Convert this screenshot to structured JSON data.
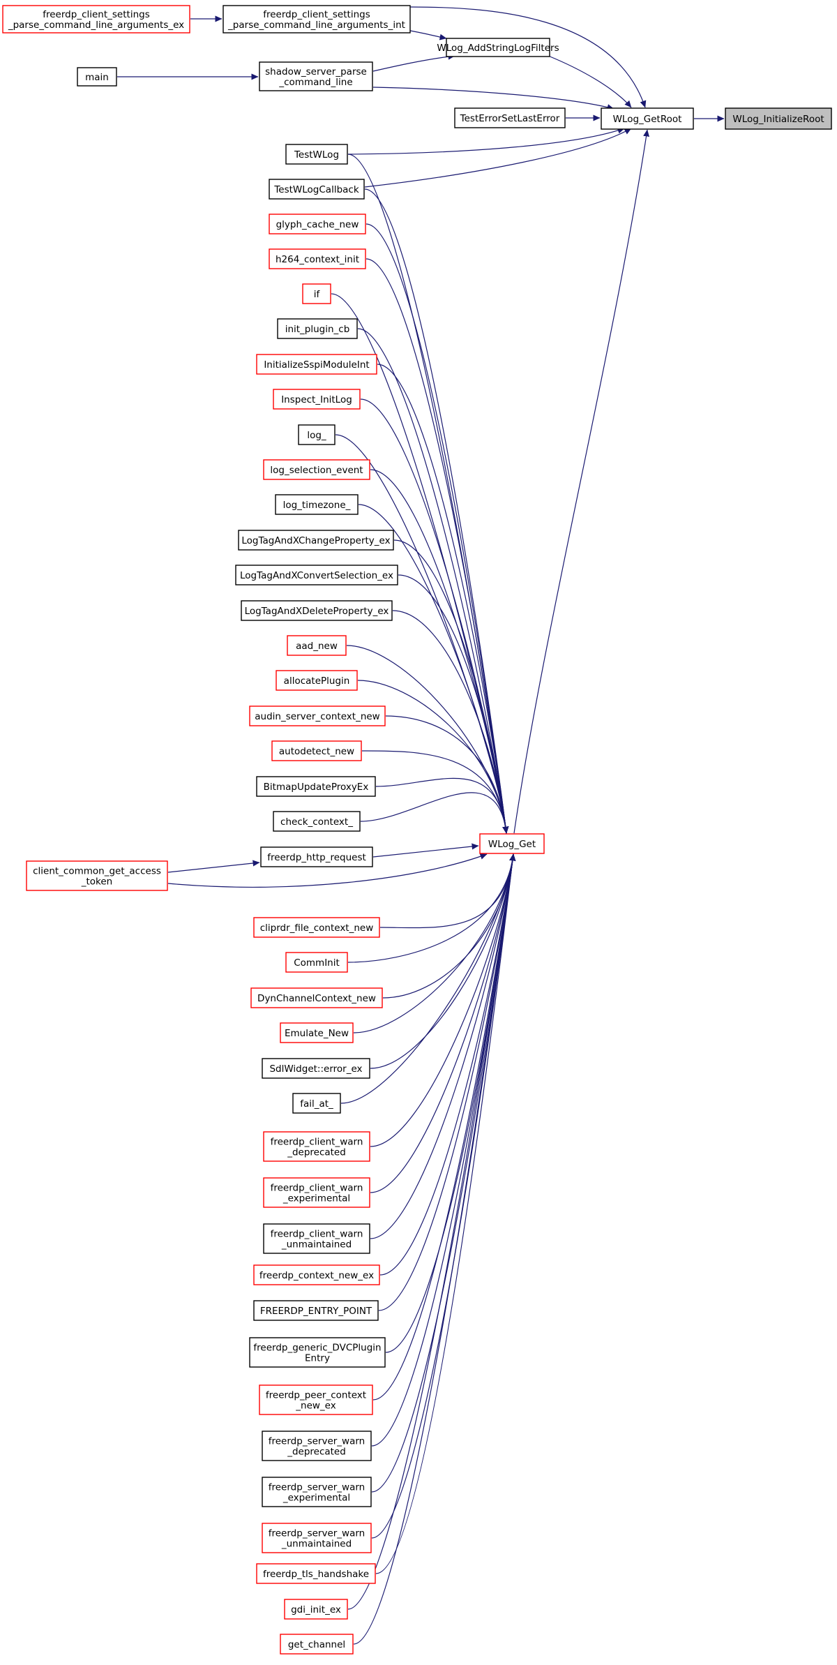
{
  "nodes": [
    {
      "id": "n_root",
      "lines": [
        "WLog_InitializeRoot"
      ],
      "style": "current"
    },
    {
      "id": "n_getroot",
      "lines": [
        "WLog_GetRoot"
      ],
      "style": "black"
    },
    {
      "id": "n_cmd_int",
      "lines": [
        "freerdp_client_settings",
        "_parse_command_line_arguments_int"
      ],
      "style": "black"
    },
    {
      "id": "n_cmd_ex",
      "lines": [
        "freerdp_client_settings",
        "_parse_command_line_arguments_ex"
      ],
      "style": "red"
    },
    {
      "id": "n_addfilters",
      "lines": [
        "WLog_AddStringLogFilters"
      ],
      "style": "black"
    },
    {
      "id": "n_shadow",
      "lines": [
        "shadow_server_parse",
        "_command_line"
      ],
      "style": "black"
    },
    {
      "id": "n_main",
      "lines": [
        "main"
      ],
      "style": "black"
    },
    {
      "id": "n_testerr",
      "lines": [
        "TestErrorSetLastError"
      ],
      "style": "black"
    },
    {
      "id": "n_testwlog",
      "lines": [
        "TestWLog"
      ],
      "style": "black"
    },
    {
      "id": "n_testcb",
      "lines": [
        "TestWLogCallback"
      ],
      "style": "black"
    },
    {
      "id": "n_wlogget",
      "lines": [
        "WLog_Get"
      ],
      "style": "red"
    },
    {
      "id": "n_glyph",
      "lines": [
        "glyph_cache_new"
      ],
      "style": "red"
    },
    {
      "id": "n_h264",
      "lines": [
        "h264_context_init"
      ],
      "style": "red"
    },
    {
      "id": "n_if",
      "lines": [
        "if"
      ],
      "style": "red"
    },
    {
      "id": "n_initplugin",
      "lines": [
        "init_plugin_cb"
      ],
      "style": "black"
    },
    {
      "id": "n_sspi",
      "lines": [
        "InitializeSspiModuleInt"
      ],
      "style": "red"
    },
    {
      "id": "n_inspect",
      "lines": [
        "Inspect_InitLog"
      ],
      "style": "red"
    },
    {
      "id": "n_log",
      "lines": [
        "log_"
      ],
      "style": "black"
    },
    {
      "id": "n_logsel",
      "lines": [
        "log_selection_event"
      ],
      "style": "red"
    },
    {
      "id": "n_logtz",
      "lines": [
        "log_timezone_"
      ],
      "style": "black"
    },
    {
      "id": "n_ltchg",
      "lines": [
        "LogTagAndXChangeProperty_ex"
      ],
      "style": "black"
    },
    {
      "id": "n_ltconv",
      "lines": [
        "LogTagAndXConvertSelection_ex"
      ],
      "style": "black"
    },
    {
      "id": "n_ltdel",
      "lines": [
        "LogTagAndXDeleteProperty_ex"
      ],
      "style": "black"
    },
    {
      "id": "n_aad",
      "lines": [
        "aad_new"
      ],
      "style": "red"
    },
    {
      "id": "n_alloc",
      "lines": [
        "allocatePlugin"
      ],
      "style": "red"
    },
    {
      "id": "n_audin",
      "lines": [
        "audin_server_context_new"
      ],
      "style": "red"
    },
    {
      "id": "n_autodetect",
      "lines": [
        "autodetect_new"
      ],
      "style": "red"
    },
    {
      "id": "n_bitmap",
      "lines": [
        "BitmapUpdateProxyEx"
      ],
      "style": "black"
    },
    {
      "id": "n_checkctx",
      "lines": [
        "check_context_"
      ],
      "style": "black"
    },
    {
      "id": "n_http",
      "lines": [
        "freerdp_http_request"
      ],
      "style": "black"
    },
    {
      "id": "n_access",
      "lines": [
        "client_common_get_access",
        "_token"
      ],
      "style": "red"
    },
    {
      "id": "n_cliprdr",
      "lines": [
        "cliprdr_file_context_new"
      ],
      "style": "red"
    },
    {
      "id": "n_comminit",
      "lines": [
        "CommInit"
      ],
      "style": "red"
    },
    {
      "id": "n_dynch",
      "lines": [
        "DynChannelContext_new"
      ],
      "style": "red"
    },
    {
      "id": "n_emulate",
      "lines": [
        "Emulate_New"
      ],
      "style": "red"
    },
    {
      "id": "n_sdlerr",
      "lines": [
        "SdlWidget::error_ex"
      ],
      "style": "black"
    },
    {
      "id": "n_failat",
      "lines": [
        "fail_at_"
      ],
      "style": "black"
    },
    {
      "id": "n_cwdep",
      "lines": [
        "freerdp_client_warn",
        "_deprecated"
      ],
      "style": "red"
    },
    {
      "id": "n_cwexp",
      "lines": [
        "freerdp_client_warn",
        "_experimental"
      ],
      "style": "red"
    },
    {
      "id": "n_cwunm",
      "lines": [
        "freerdp_client_warn",
        "_unmaintained"
      ],
      "style": "black"
    },
    {
      "id": "n_ctxnew",
      "lines": [
        "freerdp_context_new_ex"
      ],
      "style": "red"
    },
    {
      "id": "n_entry",
      "lines": [
        "FREERDP_ENTRY_POINT"
      ],
      "style": "black"
    },
    {
      "id": "n_dvc",
      "lines": [
        "freerdp_generic_DVCPlugin",
        "Entry"
      ],
      "style": "black"
    },
    {
      "id": "n_peer",
      "lines": [
        "freerdp_peer_context",
        "_new_ex"
      ],
      "style": "red"
    },
    {
      "id": "n_swdep",
      "lines": [
        "freerdp_server_warn",
        "_deprecated"
      ],
      "style": "black"
    },
    {
      "id": "n_swexp",
      "lines": [
        "freerdp_server_warn",
        "_experimental"
      ],
      "style": "black"
    },
    {
      "id": "n_swunm",
      "lines": [
        "freerdp_server_warn",
        "_unmaintained"
      ],
      "style": "red"
    },
    {
      "id": "n_tls",
      "lines": [
        "freerdp_tls_handshake"
      ],
      "style": "red"
    },
    {
      "id": "n_gdi",
      "lines": [
        "gdi_init_ex"
      ],
      "style": "red"
    },
    {
      "id": "n_getch",
      "lines": [
        "get_channel"
      ],
      "style": "red"
    }
  ],
  "edges": [
    [
      "n_getroot",
      "n_root"
    ],
    [
      "n_cmd_ex",
      "n_cmd_int"
    ],
    [
      "n_cmd_int",
      "n_addfilters"
    ],
    [
      "n_cmd_int",
      "n_getroot"
    ],
    [
      "n_shadow",
      "n_addfilters"
    ],
    [
      "n_addfilters",
      "n_getroot"
    ],
    [
      "n_main",
      "n_shadow"
    ],
    [
      "n_shadow",
      "n_getroot"
    ],
    [
      "n_testerr",
      "n_getroot"
    ],
    [
      "n_testwlog",
      "n_getroot"
    ],
    [
      "n_testcb",
      "n_getroot"
    ],
    [
      "n_wlogget",
      "n_getroot"
    ],
    [
      "n_testwlog",
      "n_wlogget"
    ],
    [
      "n_testcb",
      "n_wlogget"
    ],
    [
      "n_glyph",
      "n_wlogget"
    ],
    [
      "n_h264",
      "n_wlogget"
    ],
    [
      "n_if",
      "n_wlogget"
    ],
    [
      "n_initplugin",
      "n_wlogget"
    ],
    [
      "n_sspi",
      "n_wlogget"
    ],
    [
      "n_inspect",
      "n_wlogget"
    ],
    [
      "n_log",
      "n_wlogget"
    ],
    [
      "n_logsel",
      "n_wlogget"
    ],
    [
      "n_logtz",
      "n_wlogget"
    ],
    [
      "n_ltchg",
      "n_wlogget"
    ],
    [
      "n_ltconv",
      "n_wlogget"
    ],
    [
      "n_ltdel",
      "n_wlogget"
    ],
    [
      "n_aad",
      "n_wlogget"
    ],
    [
      "n_alloc",
      "n_wlogget"
    ],
    [
      "n_audin",
      "n_wlogget"
    ],
    [
      "n_autodetect",
      "n_wlogget"
    ],
    [
      "n_bitmap",
      "n_wlogget"
    ],
    [
      "n_checkctx",
      "n_wlogget"
    ],
    [
      "n_http",
      "n_wlogget"
    ],
    [
      "n_access",
      "n_http"
    ],
    [
      "n_access",
      "n_wlogget"
    ],
    [
      "n_cliprdr",
      "n_wlogget"
    ],
    [
      "n_comminit",
      "n_wlogget"
    ],
    [
      "n_dynch",
      "n_wlogget"
    ],
    [
      "n_emulate",
      "n_wlogget"
    ],
    [
      "n_sdlerr",
      "n_wlogget"
    ],
    [
      "n_failat",
      "n_wlogget"
    ],
    [
      "n_cwdep",
      "n_wlogget"
    ],
    [
      "n_cwexp",
      "n_wlogget"
    ],
    [
      "n_cwunm",
      "n_wlogget"
    ],
    [
      "n_ctxnew",
      "n_wlogget"
    ],
    [
      "n_entry",
      "n_wlogget"
    ],
    [
      "n_dvc",
      "n_wlogget"
    ],
    [
      "n_peer",
      "n_wlogget"
    ],
    [
      "n_swdep",
      "n_wlogget"
    ],
    [
      "n_swexp",
      "n_wlogget"
    ],
    [
      "n_swunm",
      "n_wlogget"
    ],
    [
      "n_tls",
      "n_wlogget"
    ],
    [
      "n_gdi",
      "n_wlogget"
    ],
    [
      "n_getch",
      "n_wlogget"
    ]
  ],
  "colors": {
    "edge": "#191970",
    "border_black": "#000000",
    "border_red": "#ff0000",
    "current_fill": "#bfbfbf",
    "fill": "#ffffff",
    "text": "#000000"
  }
}
